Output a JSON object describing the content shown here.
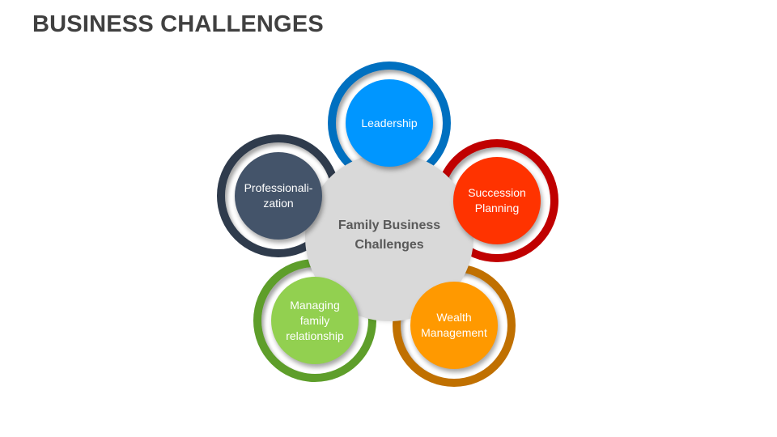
{
  "title": "BUSINESS CHALLENGES",
  "center": {
    "label": "Family Business\nChallenges",
    "color": "#d9d9d9"
  },
  "nodes": [
    {
      "label": "Leadership",
      "fill": "#0096ff",
      "ring": "#0070c0"
    },
    {
      "label": "Professionali-\nzation",
      "fill": "#44546a",
      "ring": "#2f3b4c"
    },
    {
      "label": "Succession\nPlanning",
      "fill": "#ff3300",
      "ring": "#c00000"
    },
    {
      "label": "Managing\nfamily\nrelationship",
      "fill": "#92d050",
      "ring": "#5e9e2a"
    },
    {
      "label": "Wealth\nManagement",
      "fill": "#ff9900",
      "ring": "#c07000"
    }
  ]
}
